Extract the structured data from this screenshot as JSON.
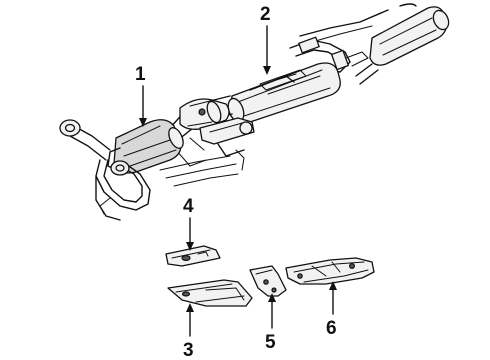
{
  "callouts": [
    {
      "id": "1",
      "label": "1",
      "part": "catalytic-converter"
    },
    {
      "id": "2",
      "label": "2",
      "part": "muffler"
    },
    {
      "id": "3",
      "label": "3",
      "part": "lower-heat-shield"
    },
    {
      "id": "4",
      "label": "4",
      "part": "upper-heat-shield"
    },
    {
      "id": "5",
      "label": "5",
      "part": "small-heat-shield"
    },
    {
      "id": "6",
      "label": "6",
      "part": "rear-heat-shield"
    }
  ]
}
